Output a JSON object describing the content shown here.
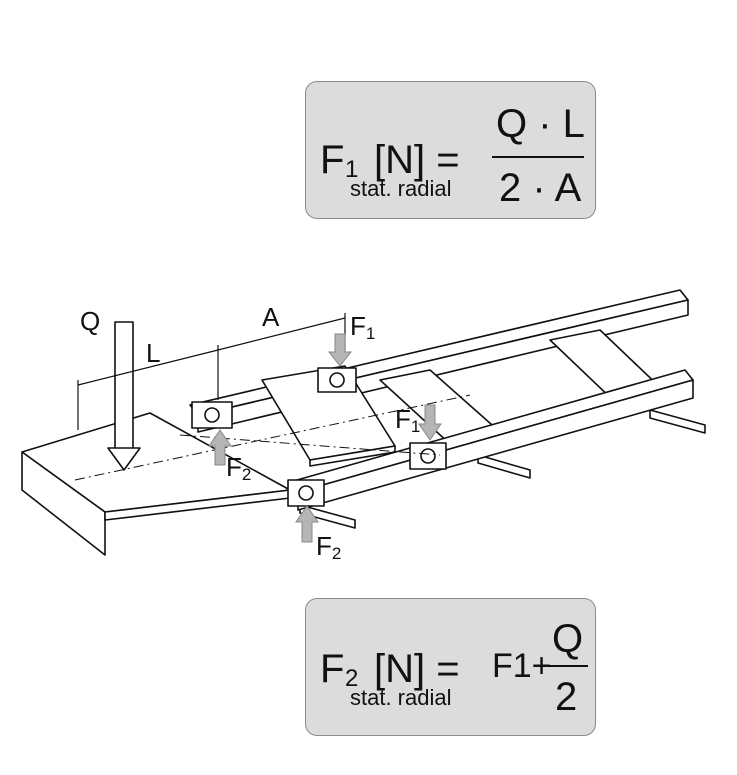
{
  "formula1": {
    "lhs": "F",
    "lhs_sub": "1",
    "unit": "[N] =",
    "qualifier": "stat. radial",
    "numerator": "Q · L",
    "denominator": "2 · A"
  },
  "formula2": {
    "lhs": "F",
    "lhs_sub": "2",
    "unit": "[N] =",
    "qualifier": "stat. radial",
    "term": "F1+",
    "numerator": "Q",
    "denominator": "2"
  },
  "diagram_labels": {
    "load": "Q",
    "lever_length": "L",
    "carriage_spacing": "A",
    "force1": "F",
    "force1_sub": "1",
    "force2": "F",
    "force2_sub": "2"
  },
  "colors": {
    "box_fill": "#dcdcdc",
    "arrow_fill": "#b5b5b5"
  }
}
